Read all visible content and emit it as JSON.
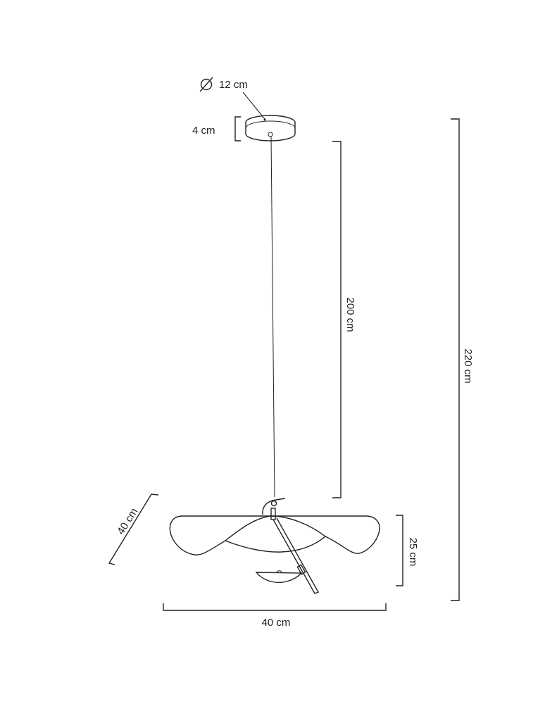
{
  "dimensions": {
    "canopy_diameter": "12 cm",
    "canopy_height": "4 cm",
    "cable_length": "200 cm",
    "total_height": "220 cm",
    "shade_depth": "40 cm",
    "shade_height": "25 cm",
    "shade_width": "40 cm"
  },
  "icons": {
    "diameter": "diameter-symbol"
  },
  "colors": {
    "line": "#222222",
    "background": "#ffffff"
  }
}
